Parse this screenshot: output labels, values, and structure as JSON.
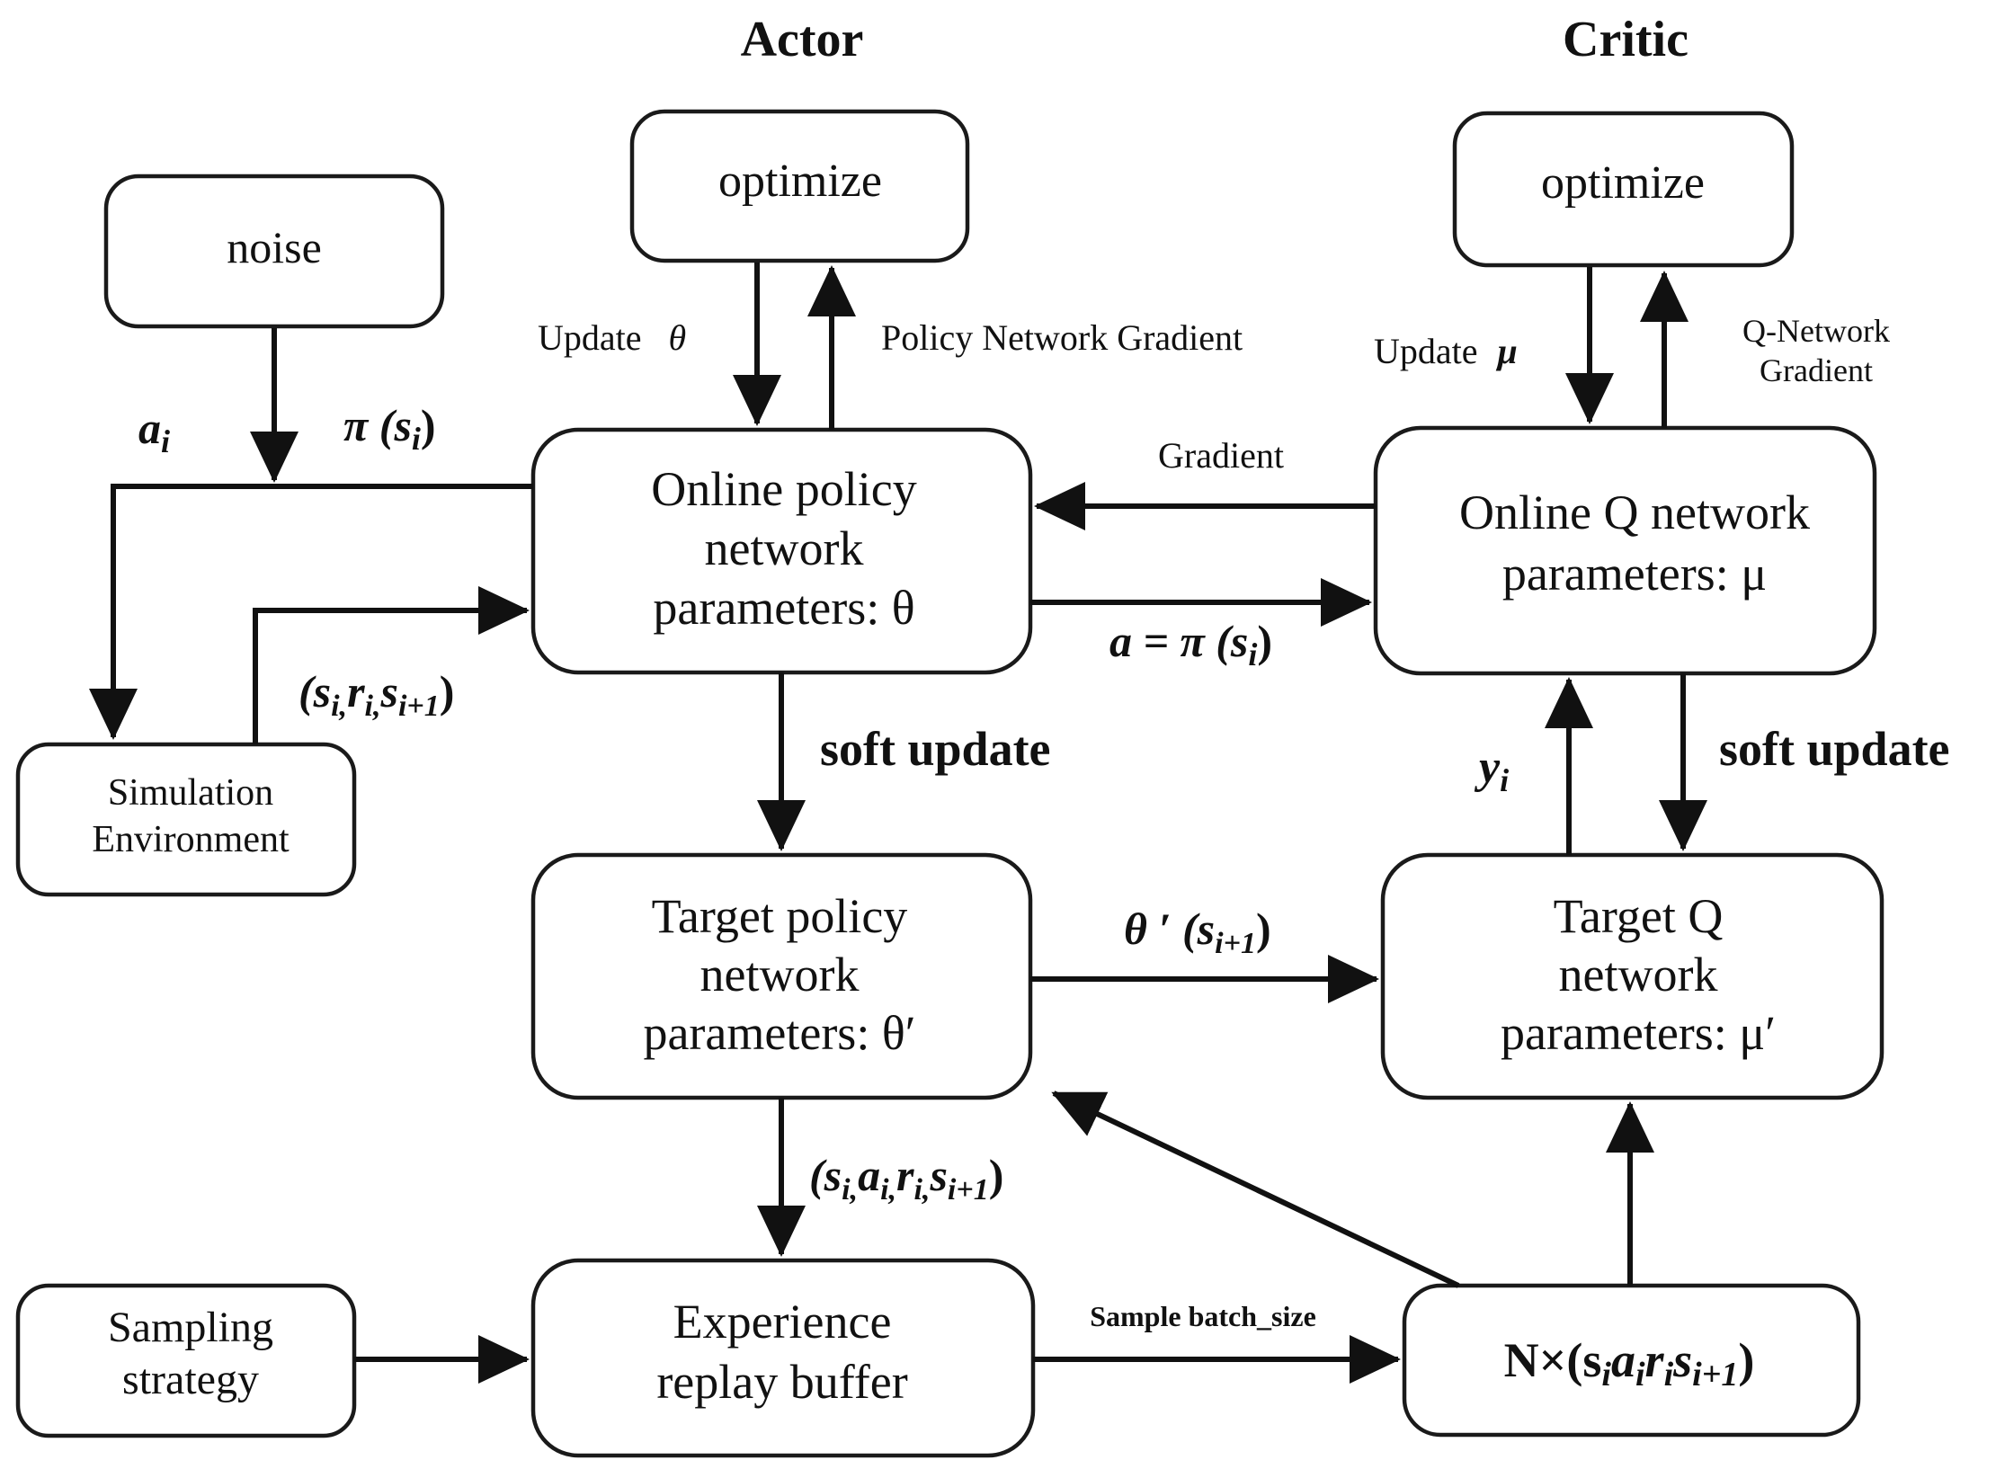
{
  "headings": {
    "actor": "Actor",
    "critic": "Critic"
  },
  "boxes": {
    "noise": [
      "noise"
    ],
    "actor_optimize": [
      "optimize"
    ],
    "critic_optimize": [
      "optimize"
    ],
    "online_policy": [
      "Online policy",
      "network",
      "parameters: θ"
    ],
    "online_q": [
      "Online Q network",
      "parameters: μ"
    ],
    "simulation": [
      "Simulation",
      "Environment"
    ],
    "target_policy": [
      "Target policy",
      "network",
      "parameters: θ′"
    ],
    "target_q": [
      "Target Q",
      "network",
      "parameters: μ′"
    ],
    "sampling": [
      "Sampling",
      "strategy"
    ],
    "replay": [
      "Experience",
      "replay buffer"
    ],
    "batch": "N×(s",
    "batch_subs": [
      "i",
      "a",
      "i",
      "r",
      "i",
      "s",
      "i+1",
      ")"
    ]
  },
  "labels": {
    "update_theta": "Update",
    "theta_sym": "θ",
    "policy_gradient": "Policy Network Gradient",
    "update_mu": "Update",
    "mu_sym": "μ",
    "q_gradient": [
      "Q-Network",
      "Gradient"
    ],
    "gradient": "Gradient",
    "a_i": "a",
    "a_i_sub": "i",
    "pi_s_i": "π (s",
    "pi_s_i_sub": "i",
    "pi_s_i_close": ")",
    "a_eq_pi": "a = π (s",
    "a_eq_pi_sub": "i",
    "a_eq_pi_close": ")",
    "transition_env": "(s",
    "soft_update_actor": "soft update",
    "soft_update_critic": "soft update",
    "y_i": "y",
    "y_i_sub": "i",
    "theta_prime": "θ ′ (s",
    "theta_prime_sub": "i+1",
    "theta_prime_close": ")",
    "transition_buffer": "(s",
    "sample_batch": "Sample batch_size"
  }
}
